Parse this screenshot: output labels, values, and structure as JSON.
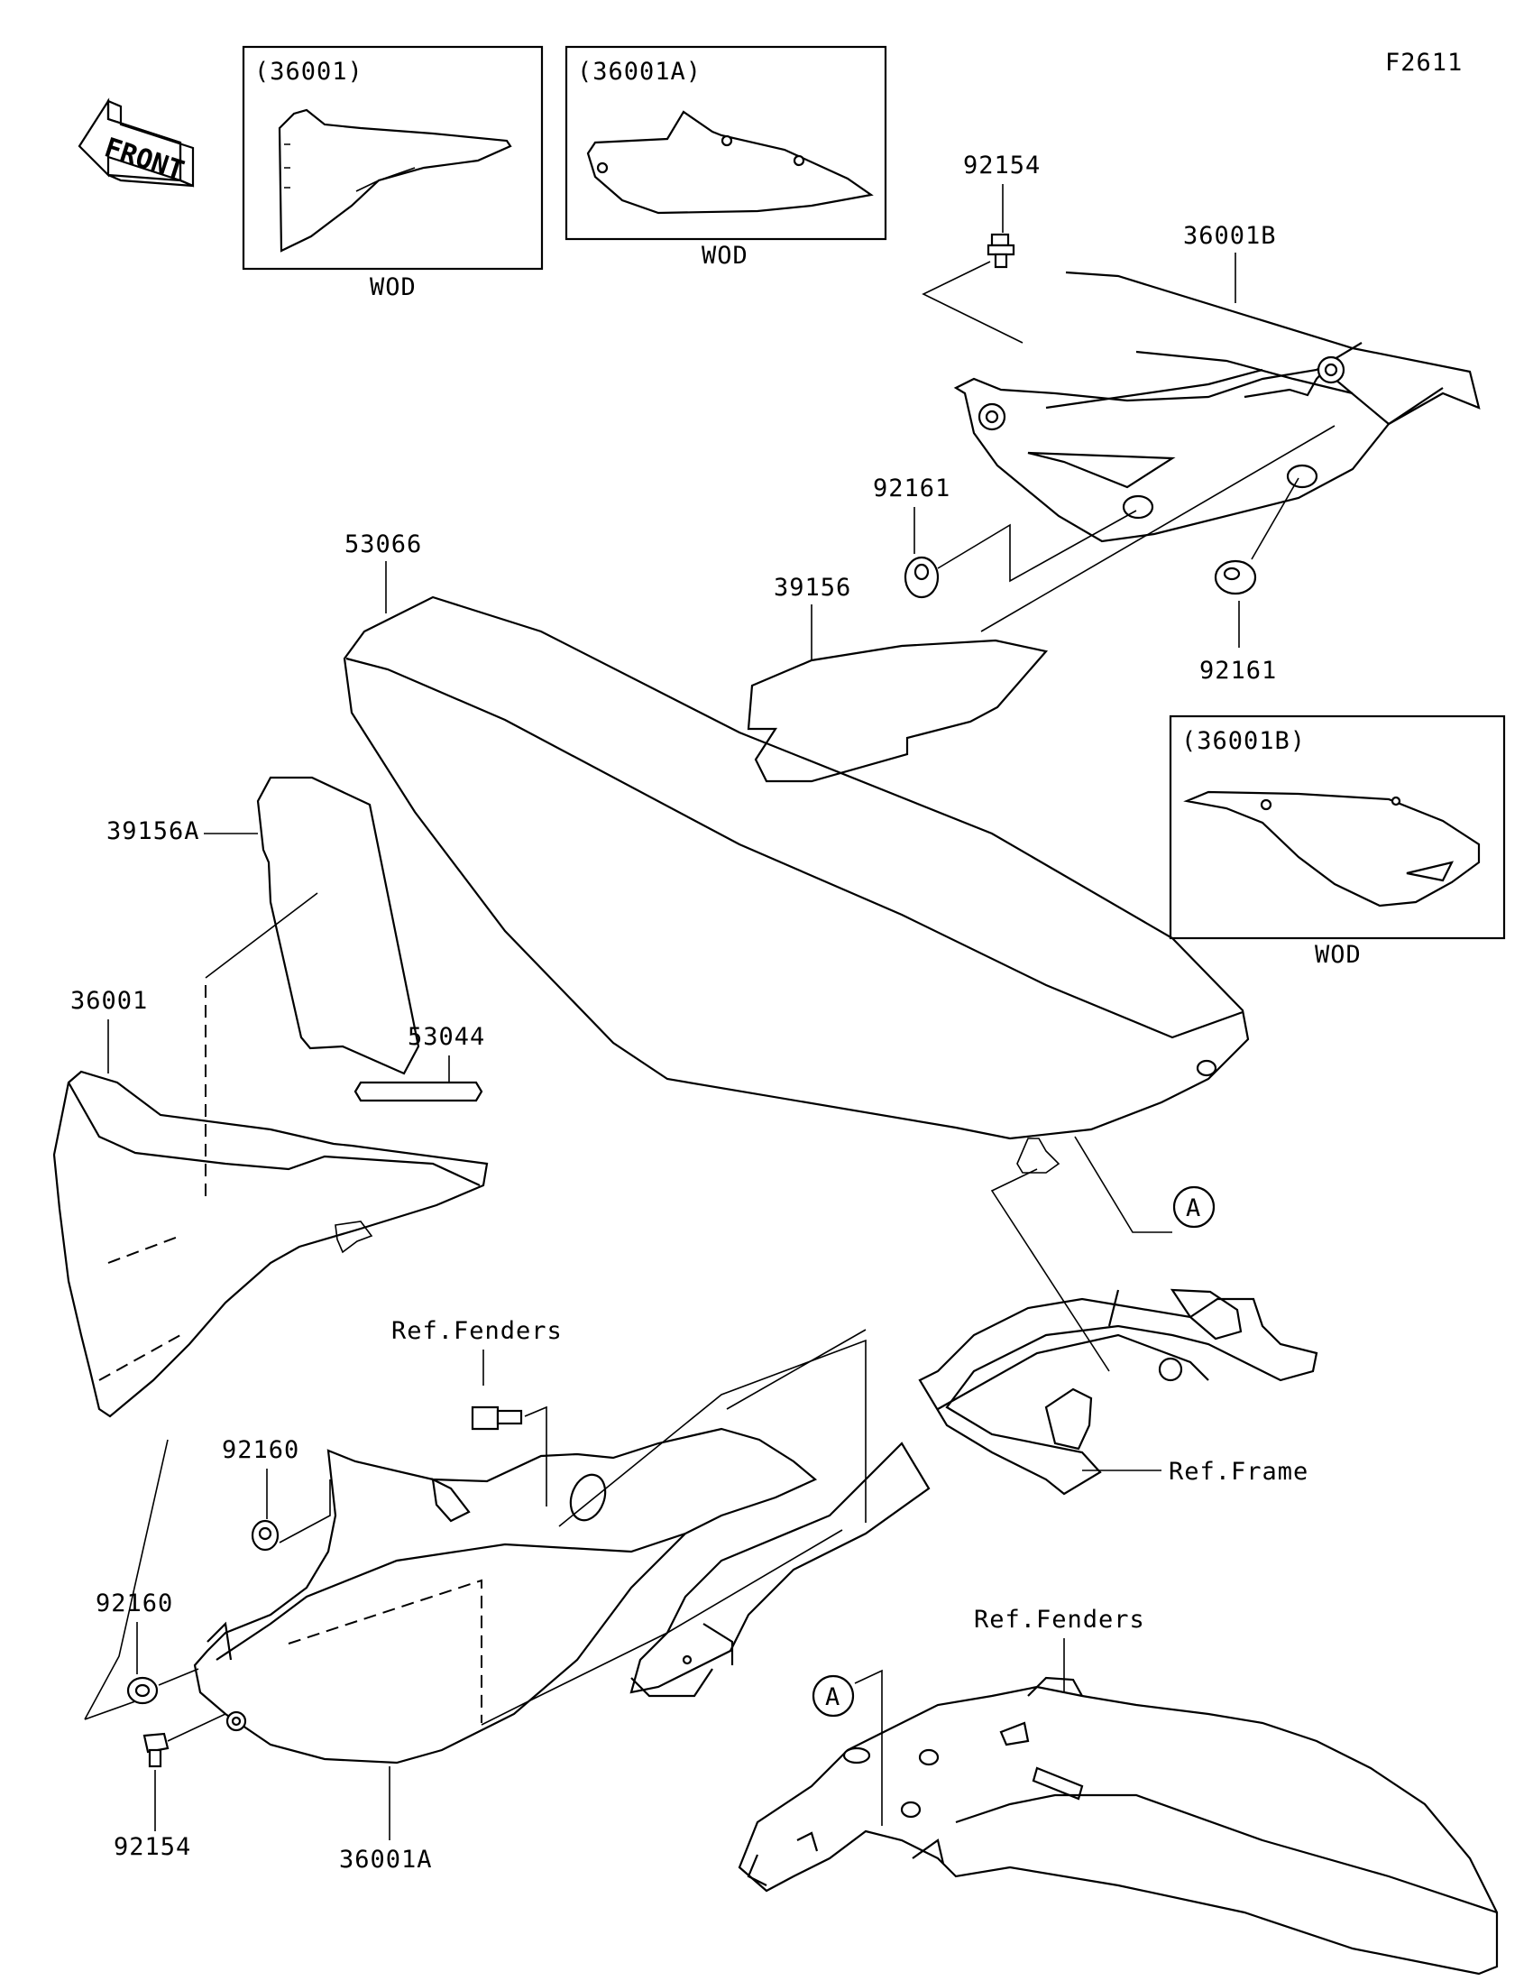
{
  "figure_code": "F2611",
  "front_label": "FRONT",
  "insets": [
    {
      "title": "(36001)",
      "note": "WOD"
    },
    {
      "title": "(36001A)",
      "note": "WOD"
    },
    {
      "title": "(36001B)",
      "note": "WOD"
    }
  ],
  "parts": {
    "p92154_top": "92154",
    "p36001B": "36001B",
    "p92161_left": "92161",
    "p92161_right": "92161",
    "p39156": "39156",
    "p53066": "53066",
    "p39156A": "39156A",
    "p36001": "36001",
    "p53044": "53044",
    "ref_fenders_mid": "Ref.Fenders",
    "p92160_upper": "92160",
    "p92160_lower": "92160",
    "p92154_bottom": "92154",
    "p36001A": "36001A",
    "ref_frame": "Ref.Frame",
    "ref_fenders_bottom": "Ref.Fenders",
    "callout_a_upper": "A",
    "callout_a_lower": "A"
  }
}
